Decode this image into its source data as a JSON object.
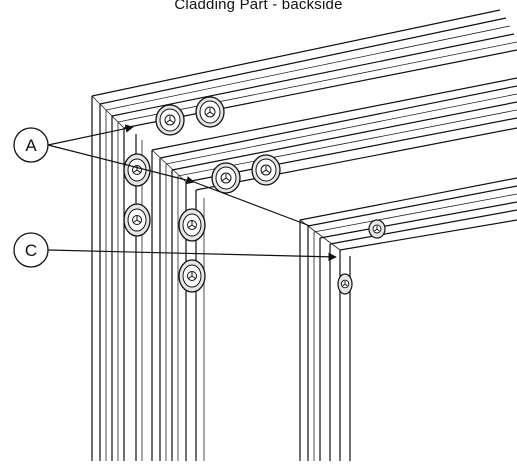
{
  "title": "Cladding Part - backside",
  "callouts": [
    {
      "label": "A"
    },
    {
      "label": "C"
    }
  ],
  "colors": {
    "line": "#111111",
    "background": "#ffffff",
    "bolt_fill": "#e6e6e6"
  }
}
